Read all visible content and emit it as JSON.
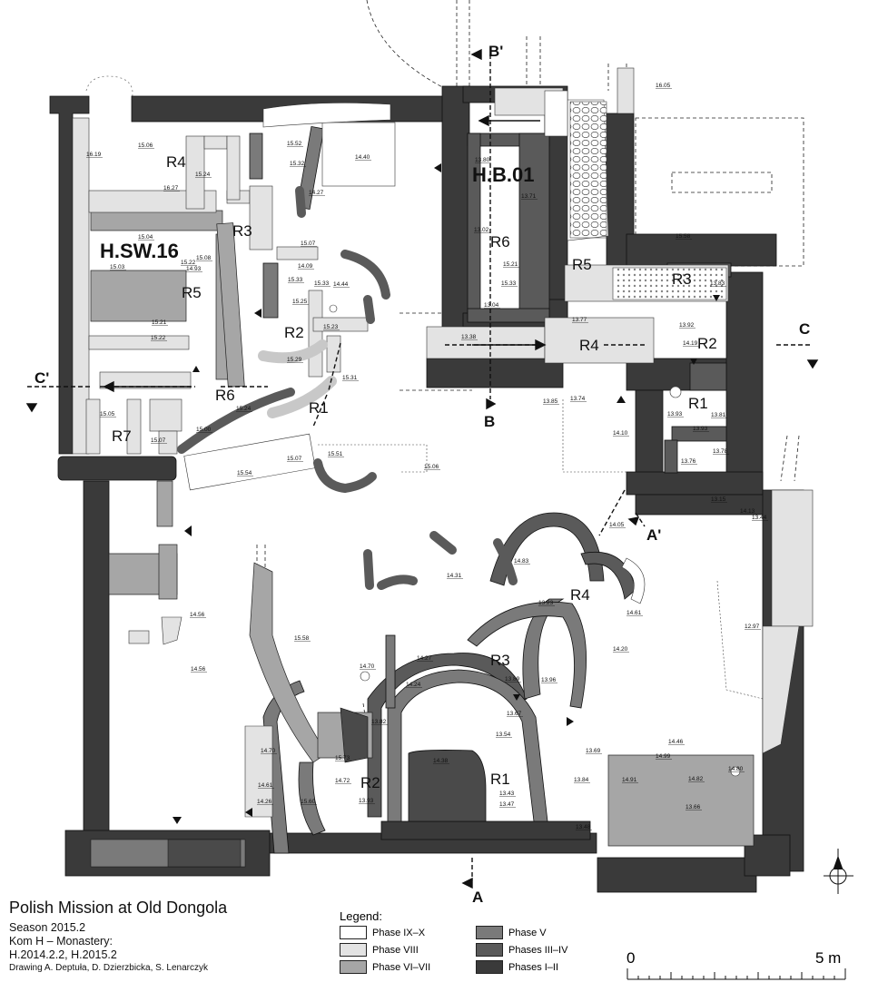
{
  "title_block": {
    "title": "Polish Mission at Old Dongola",
    "season": "Season 2015.2",
    "site": "Kom H – Monastery:",
    "codes": "H.2014.2.2, H.2015.2",
    "credits": "Drawing A. Deptuła, D. Dzierzbicka,  S. Lenarczyk"
  },
  "legend": {
    "title": "Legend:",
    "items": [
      {
        "label": "Phase IX–X",
        "color": "#ffffff"
      },
      {
        "label": "Phase V",
        "color": "#7a7a7a"
      },
      {
        "label": "Phase VIII",
        "color": "#e3e3e3"
      },
      {
        "label": "Phases III–IV",
        "color": "#5a5a5a"
      },
      {
        "label": "Phase VI–VII",
        "color": "#a6a6a6"
      },
      {
        "label": "Phases I–II",
        "color": "#3a3a3a"
      }
    ]
  },
  "scale": {
    "start": "0",
    "end": "5 m"
  },
  "buildings": {
    "sw": "H.SW.16",
    "b": "H.B.01"
  },
  "sections": {
    "a": "A",
    "a_prime": "A'",
    "b": "B",
    "b_prime": "B'",
    "c": "C",
    "c_prime": "C'"
  },
  "rooms": {
    "sw": [
      "R4",
      "R3",
      "R5",
      "R2",
      "R6",
      "R1",
      "R7"
    ],
    "b": [
      "R6",
      "R5",
      "R3",
      "R4",
      "R2",
      "R1"
    ],
    "s": [
      "R4",
      "R3",
      "R2",
      "R1"
    ]
  },
  "levels": [
    "16.05",
    "16.19",
    "15.06",
    "15.52",
    "15.32",
    "14.40",
    "16.27",
    "15.24",
    "14.27",
    "13.80",
    "15.04",
    "15.07",
    "14.09",
    "15.22",
    "15.08",
    "14.93",
    "15.33",
    "14.44",
    "13.71",
    "15.58",
    "15.03",
    "15.25",
    "15.21",
    "13.02",
    "15.21",
    "15.33",
    "13.04",
    "13.83",
    "15.33",
    "15.23",
    "13.77",
    "13.92",
    "15.22",
    "13.38",
    "14.19",
    "15.29",
    "15.31",
    "13.85",
    "13.74",
    "13.93",
    "15.05",
    "15.24",
    "13.81",
    "14.10",
    "13.93",
    "15.07",
    "15.00",
    "13.78",
    "15.07",
    "15.06",
    "13.76",
    "15.54",
    "15.51",
    "13.15",
    "14.13",
    "13.44",
    "14.05",
    "14.83",
    "14.31",
    "13.23",
    "14.61",
    "14.56",
    "14.20",
    "12.97",
    "15.58",
    "14.70",
    "14.27",
    "14.24",
    "13.89",
    "13.96",
    "14.56",
    "13.67",
    "13.82",
    "13.54",
    "14.46",
    "14.70",
    "15.73",
    "14.38",
    "13.69",
    "14.99",
    "14.91",
    "14.82",
    "14.80",
    "14.61",
    "14.72",
    "13.84",
    "13.43",
    "13.47",
    "13.66",
    "14.26",
    "15.60",
    "13.93",
    "13.48"
  ]
}
